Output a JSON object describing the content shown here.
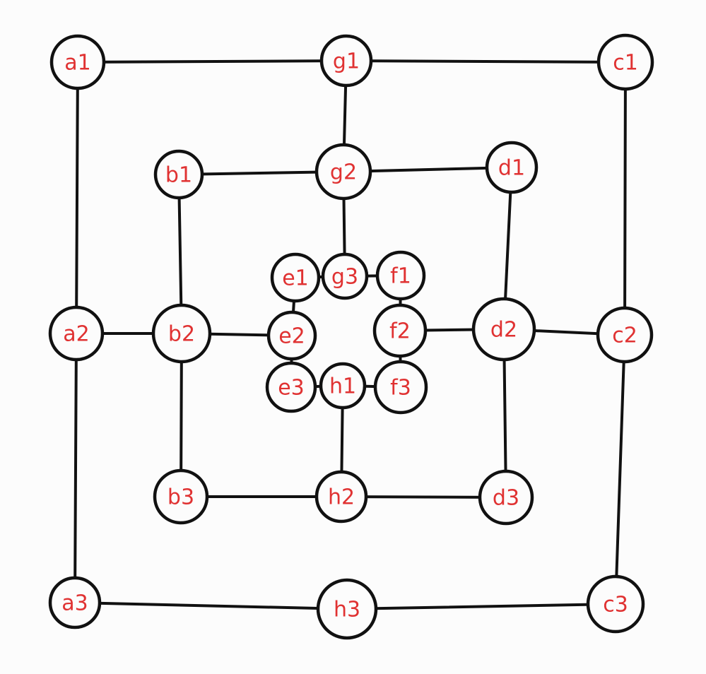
{
  "diagram": {
    "nodes": [
      {
        "id": "a1",
        "label": "a1"
      },
      {
        "id": "g1",
        "label": "g1"
      },
      {
        "id": "c1",
        "label": "c1"
      },
      {
        "id": "b1",
        "label": "b1"
      },
      {
        "id": "g2",
        "label": "g2"
      },
      {
        "id": "d1",
        "label": "d1"
      },
      {
        "id": "e1",
        "label": "e1"
      },
      {
        "id": "g3",
        "label": "g3"
      },
      {
        "id": "f1",
        "label": "f1"
      },
      {
        "id": "a2",
        "label": "a2"
      },
      {
        "id": "b2",
        "label": "b2"
      },
      {
        "id": "e2",
        "label": "e2"
      },
      {
        "id": "f2",
        "label": "f2"
      },
      {
        "id": "d2",
        "label": "d2"
      },
      {
        "id": "c2",
        "label": "c2"
      },
      {
        "id": "e3",
        "label": "e3"
      },
      {
        "id": "h1",
        "label": "h1"
      },
      {
        "id": "f3",
        "label": "f3"
      },
      {
        "id": "b3",
        "label": "b3"
      },
      {
        "id": "h2",
        "label": "h2"
      },
      {
        "id": "d3",
        "label": "d3"
      },
      {
        "id": "a3",
        "label": "a3"
      },
      {
        "id": "h3",
        "label": "h3"
      },
      {
        "id": "c3",
        "label": "c3"
      }
    ],
    "edges": [
      [
        "a1",
        "g1"
      ],
      [
        "g1",
        "c1"
      ],
      [
        "a1",
        "a2"
      ],
      [
        "g1",
        "g2"
      ],
      [
        "c1",
        "c2"
      ],
      [
        "b1",
        "g2"
      ],
      [
        "g2",
        "d1"
      ],
      [
        "b1",
        "b2"
      ],
      [
        "g2",
        "g3"
      ],
      [
        "d1",
        "d2"
      ],
      [
        "e1",
        "g3"
      ],
      [
        "g3",
        "f1"
      ],
      [
        "e1",
        "e2"
      ],
      [
        "f1",
        "f2"
      ],
      [
        "a2",
        "b2"
      ],
      [
        "b2",
        "e2"
      ],
      [
        "f2",
        "d2"
      ],
      [
        "d2",
        "c2"
      ],
      [
        "e2",
        "e3"
      ],
      [
        "f2",
        "f3"
      ],
      [
        "e3",
        "h1"
      ],
      [
        "h1",
        "f3"
      ],
      [
        "a2",
        "a3"
      ],
      [
        "b2",
        "b3"
      ],
      [
        "h1",
        "h2"
      ],
      [
        "d2",
        "d3"
      ],
      [
        "c2",
        "c3"
      ],
      [
        "b3",
        "h2"
      ],
      [
        "h2",
        "d3"
      ],
      [
        "a3",
        "h3"
      ],
      [
        "h3",
        "c3"
      ]
    ]
  }
}
